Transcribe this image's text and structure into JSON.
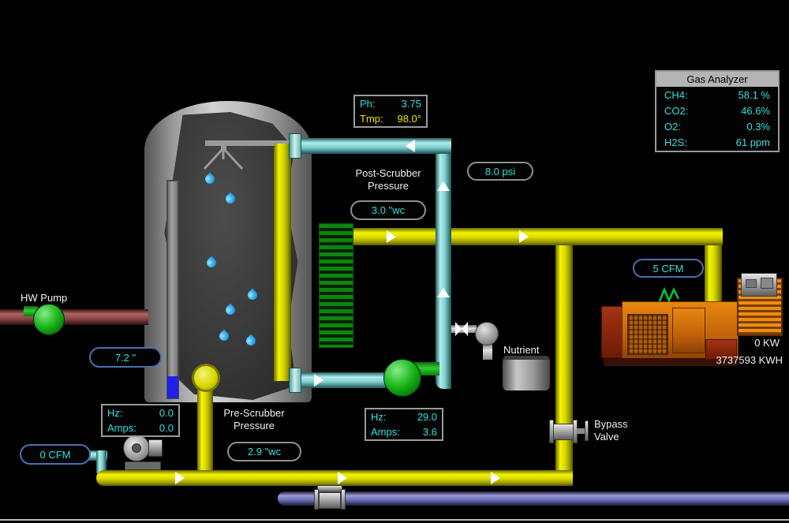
{
  "colors": {
    "biogas_pipe": "#d8d800",
    "scrubber_water_pipe": "#7fd0d0",
    "hot_water_pipe": "#8a4646",
    "drain_pipe": "#6a6ab2",
    "reading_text": "#35dede",
    "temperature_text": "#e6e600"
  },
  "gas_analyzer": {
    "title": "Gas Analyzer",
    "rows": [
      {
        "label": "CH4:",
        "value": "58.1 %"
      },
      {
        "label": "CO2:",
        "value": "46.6%"
      },
      {
        "label": "O2:",
        "value": "0.3%"
      },
      {
        "label": "H2S:",
        "value": "61 ppm"
      }
    ]
  },
  "scrubber": {
    "ph_label": "Ph:",
    "ph_value": "3.75",
    "tmp_label": "Tmp:",
    "tmp_value": "98.0°",
    "post_pressure_line1": "Post-Scrubber",
    "post_pressure_line2": "Pressure",
    "post_pressure_value": "3.0 \"wc",
    "pre_pressure_line1": "Pre-Scrubber",
    "pre_pressure_line2": "Pressure",
    "pre_pressure_value": "2.9 \"wc",
    "outlet_pressure_value": "8.0 psi"
  },
  "hw_pump": {
    "label": "HW Pump",
    "flow_value": "7.2 \""
  },
  "scrubber_pump": {
    "hz_label": "Hz:",
    "hz_value": "29.0",
    "amps_label": "Amps:",
    "amps_value": "3.6"
  },
  "feed_blower": {
    "hz_label": "Hz:",
    "hz_value": "0.0",
    "amps_label": "Amps:",
    "amps_value": "0.0",
    "flow_value": "0 CFM"
  },
  "gas_flow": {
    "value": "5 CFM"
  },
  "nutrient": {
    "label": "Nutrient"
  },
  "bypass_valve": {
    "label_line1": "Bypass",
    "label_line2": "Valve"
  },
  "generator": {
    "kw_value": "0 KW",
    "kwh_value": "3737593 KWH"
  }
}
